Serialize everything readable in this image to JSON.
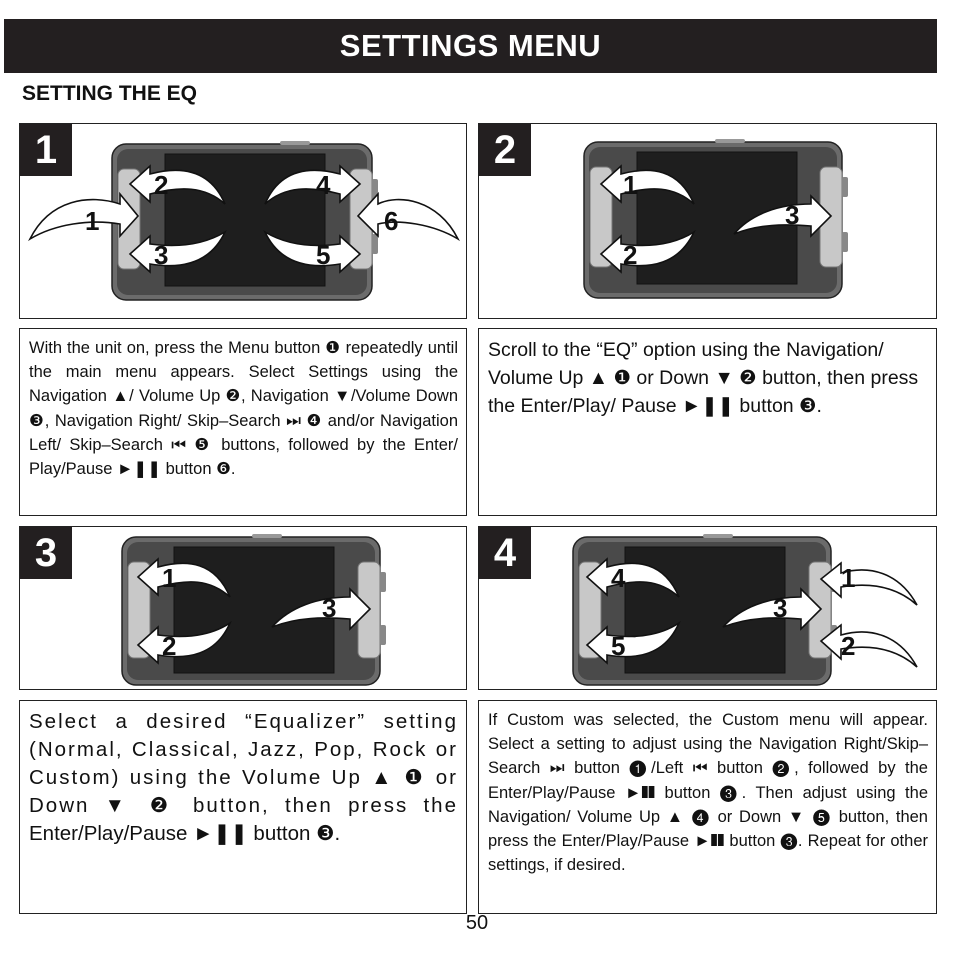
{
  "header": {
    "title": "SETTINGS MENU"
  },
  "section": {
    "title": "SETTING THE EQ"
  },
  "steps": [
    {
      "number": "1",
      "text": "With the unit on, press the Menu button ❶ repeatedly until the main menu appears. Select Settings using the Navigation ▲/ Volume Up ❷, Navigation ▼/Volume Down ❸, Navigation Right/ Skip–Search ⏭ ❹ and/or Navigation Left/ Skip–Search ⏮ ❺ buttons, followed by the Enter/ Play/Pause ►❚❚ button ❻.",
      "callouts": [
        "2",
        "4",
        "1",
        "6",
        "3",
        "5"
      ]
    },
    {
      "number": "2",
      "text": "Scroll to the “EQ” option using the Navigation/ Volume Up ▲ ❶ or Down ▼ ❷ button, then press the Enter/Play/ Pause ►❚❚ button ❸.",
      "callouts": [
        "1",
        "3",
        "2"
      ]
    },
    {
      "number": "3",
      "text_main": "Select a desired “Equalizer” setting (Normal, Classical, Jazz, Pop, Rock or Custom) using the Volume Up ▲ ❶ or Down ▼ ❷ button, then press the",
      "text_end": "Enter/Play/Pause ►❚❚ button ❸.",
      "callouts": [
        "1",
        "3",
        "2"
      ]
    },
    {
      "number": "4",
      "text": "If Custom was selected, the Custom menu will appear. Select a setting to adjust using the Navigation Right/Skip–Search ⏭ button ❶/Left ⏮ button ❷, followed by the Enter/Play/Pause ►❚❚ button ❸. Then adjust using the Navigation/ Volume Up ▲ ❹ or Down ▼ ❺ button, then press the Enter/Play/Pause ►❚❚ button ❸. Repeat for other settings, if desired.",
      "callouts": [
        "4",
        "1",
        "3",
        "5",
        "2"
      ]
    }
  ],
  "footer": {
    "page_number": "50"
  },
  "colors": {
    "banner": "#231f20",
    "device_body": "#4a4a4a",
    "screen": "#1e1e1e",
    "side_button": "#c8c8c8"
  }
}
